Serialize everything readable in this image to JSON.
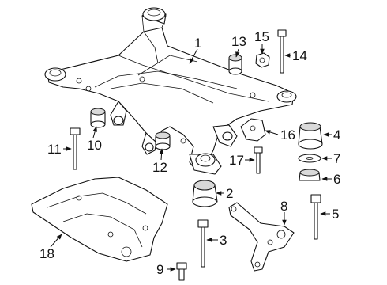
{
  "diagram": {
    "callouts": [
      {
        "id": "c1",
        "label": "1",
        "part": "subframe"
      },
      {
        "id": "c2",
        "label": "2",
        "part": "bushing-large"
      },
      {
        "id": "c3",
        "label": "3",
        "part": "long-bolt"
      },
      {
        "id": "c4",
        "label": "4",
        "part": "mount-bushing"
      },
      {
        "id": "c5",
        "label": "5",
        "part": "long-bolt"
      },
      {
        "id": "c6",
        "label": "6",
        "part": "washer-lower"
      },
      {
        "id": "c7",
        "label": "7",
        "part": "washer-flat"
      },
      {
        "id": "c8",
        "label": "8",
        "part": "brace-bracket"
      },
      {
        "id": "c9",
        "label": "9",
        "part": "short-bolt"
      },
      {
        "id": "c10",
        "label": "10",
        "part": "bushing-small"
      },
      {
        "id": "c11",
        "label": "11",
        "part": "bolt"
      },
      {
        "id": "c12",
        "label": "12",
        "part": "bushing-small"
      },
      {
        "id": "c13",
        "label": "13",
        "part": "bushing-small"
      },
      {
        "id": "c14",
        "label": "14",
        "part": "bolt"
      },
      {
        "id": "c15",
        "label": "15",
        "part": "nut"
      },
      {
        "id": "c16",
        "label": "16",
        "part": "bracket"
      },
      {
        "id": "c17",
        "label": "17",
        "part": "bolt"
      },
      {
        "id": "c18",
        "label": "18",
        "part": "splash-shield"
      }
    ]
  }
}
